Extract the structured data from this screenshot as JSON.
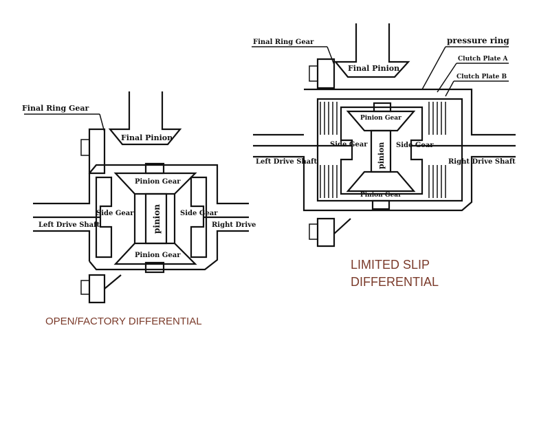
{
  "open_diagram": {
    "caption": "OPEN/FACTORY DIFFERENTIAL",
    "labels": {
      "final_ring_gear": "Final Ring Gear",
      "final_pinion": "Final Pinion",
      "pinion_gear_top": "Pinion Gear",
      "pinion_gear_bottom": "Pinion Gear",
      "side_gear_left": "Side Gear",
      "side_gear_right": "Side Gear",
      "pinion": "pinion",
      "left_drive_shaft": "Left Drive Shaft",
      "right_drive": "Right Drive"
    }
  },
  "lsd_diagram": {
    "caption_line1": "LIMITED SLIP",
    "caption_line2": "DIFFERENTIAL",
    "labels": {
      "final_ring_gear": "Final Ring Gear",
      "final_pinion": "Final Pinion",
      "pressure_ring": "pressure ring",
      "clutch_plate_a": "Clutch Plate A",
      "clutch_plate_b": "Clutch Plate B",
      "pinion_gear_top": "Pinion Gear",
      "pinion_gear_bottom": "Pinion Gear",
      "side_gear_left": "Side Gear",
      "side_gear_right": "Side Gear",
      "pinion": "pinion",
      "left_drive_shaft": "Left Drive Shaft",
      "right_drive_shaft": "Right Drive Shaft"
    }
  }
}
